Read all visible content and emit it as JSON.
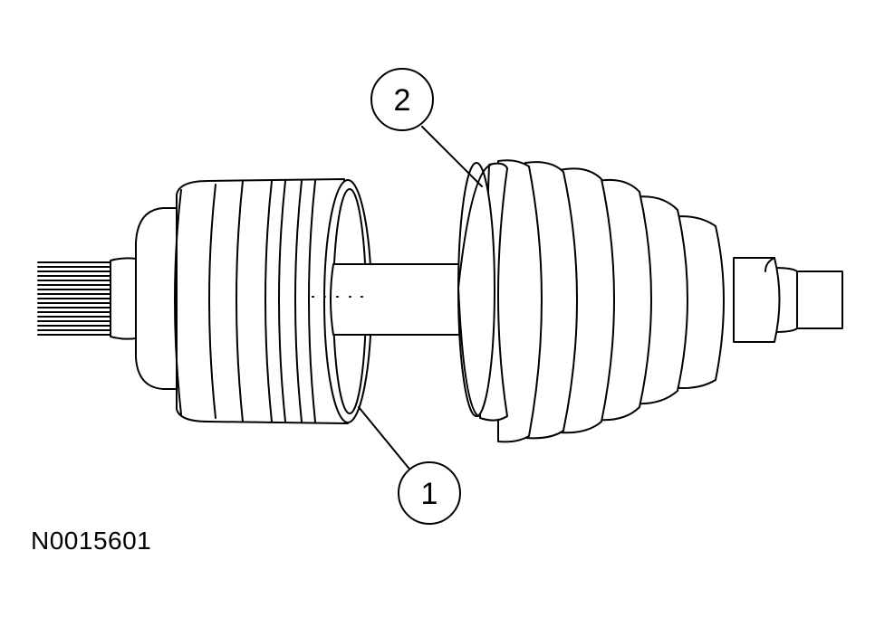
{
  "callouts": [
    {
      "label": "1",
      "part": "cv-joint-housing"
    },
    {
      "label": "2",
      "part": "cv-joint-boot"
    }
  ],
  "figure_id": "N0015601",
  "colors": {
    "line": "#000000",
    "background": "#ffffff"
  }
}
